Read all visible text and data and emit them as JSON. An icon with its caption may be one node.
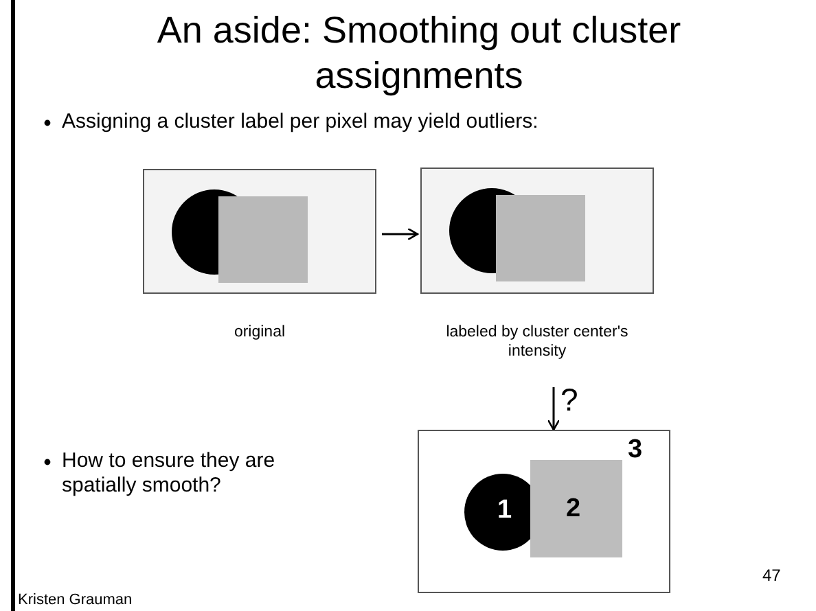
{
  "diagram": {
    "title": "An aside: Smoothing out cluster assignments",
    "nodes": [
      {
        "text": [],
        "shape": "picture",
        "beside": [
          "original"
        ]
      },
      {
        "text": [],
        "shape": "picture",
        "beside": [
          "labeled by cluster center's intensity"
        ]
      },
      {
        "text": [
          "1",
          "2",
          "3"
        ]
      }
    ],
    "edges": [
      {
        "from": 0,
        "to": 1,
        "arrow": "to"
      },
      {
        "from": 1,
        "to": 2,
        "arrow": "to",
        "label": "?"
      }
    ],
    "labels": [
      "Assigning a cluster label per pixel may yield outliers:",
      "How to ensure they are spatially smooth?",
      "47",
      "Kristen Grauman"
    ]
  }
}
